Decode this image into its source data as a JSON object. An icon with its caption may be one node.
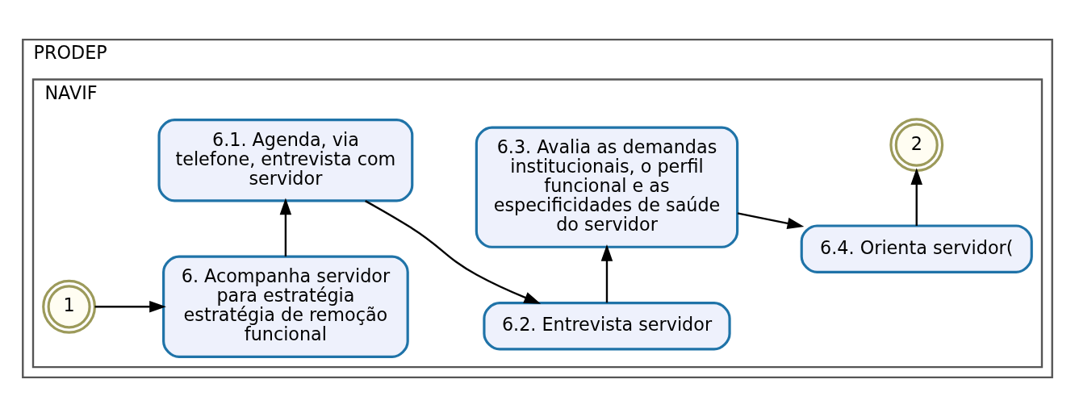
{
  "diagram": {
    "nodes": [
      {
        "text": [
          "PRODEP"
        ]
      },
      {
        "text": [
          "NAVIF"
        ],
        "in": 0
      },
      {
        "text": [
          "1"
        ],
        "in": 1
      },
      {
        "text": [
          "6. Acompanha servidor para estratégia estratégia de remoção funcional"
        ],
        "in": 1
      },
      {
        "text": [
          "6.1. Agenda, via telefone, entrevista com servidor"
        ],
        "in": 1
      },
      {
        "text": [
          "6.2. Entrevista servidor"
        ],
        "in": 1
      },
      {
        "text": [
          "6.3. Avalia as demandas institucionais, o perfil funcional e as especificidades de saúde do servidor"
        ],
        "in": 1
      },
      {
        "text": [
          "6.4. Orienta servidor("
        ],
        "in": 1
      },
      {
        "text": [
          "2"
        ],
        "in": 1
      }
    ],
    "edges": [
      {
        "from": 2,
        "to": 3,
        "arrow": "to"
      },
      {
        "from": 3,
        "to": 4,
        "arrow": "to"
      },
      {
        "from": 4,
        "to": 5,
        "arrow": "to"
      },
      {
        "from": 5,
        "to": 6,
        "arrow": "to"
      },
      {
        "from": 6,
        "to": 7,
        "arrow": "to"
      },
      {
        "from": 7,
        "to": 8,
        "arrow": "to"
      }
    ]
  }
}
